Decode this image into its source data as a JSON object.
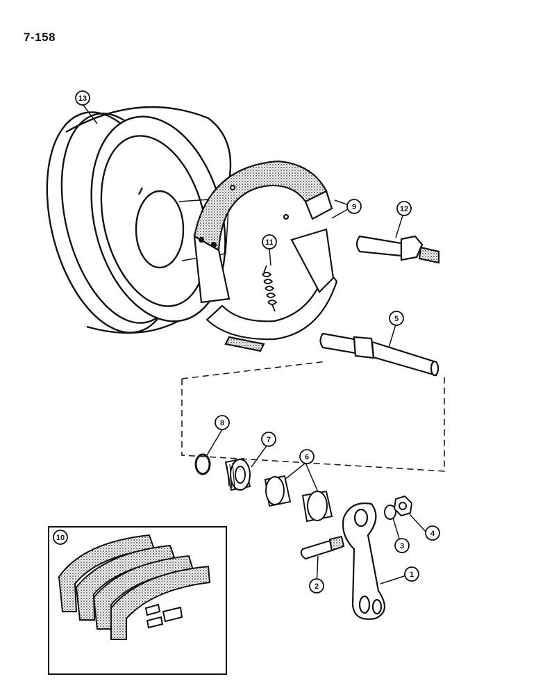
{
  "page": {
    "number": "7-158"
  },
  "callouts": [
    {
      "id": "13",
      "label": "13"
    },
    {
      "id": "12",
      "label": "12"
    },
    {
      "id": "11",
      "label": "11"
    },
    {
      "id": "9",
      "label": "9"
    },
    {
      "id": "5",
      "label": "5"
    },
    {
      "id": "8",
      "label": "8"
    },
    {
      "id": "7",
      "label": "7"
    },
    {
      "id": "6",
      "label": "6"
    },
    {
      "id": "4",
      "label": "4"
    },
    {
      "id": "3",
      "label": "3"
    },
    {
      "id": "2",
      "label": "2"
    },
    {
      "id": "1",
      "label": "1"
    },
    {
      "id": "10",
      "label": "10"
    }
  ]
}
